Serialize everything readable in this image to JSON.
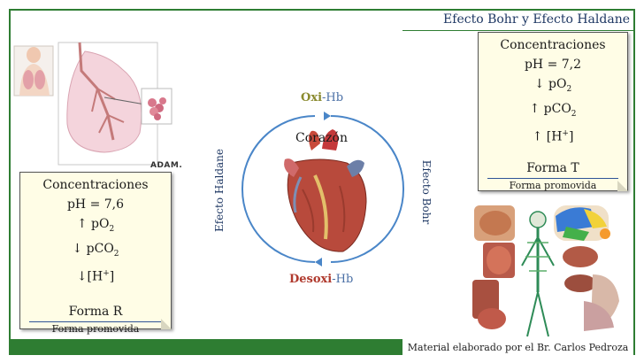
{
  "slide": {
    "title": "Efecto Bohr y Efecto Haldane",
    "footer": "Material elaborado por el Br. Carlos Pedroza"
  },
  "cycle": {
    "top_prefix": "Oxi",
    "top_suffix": "-Hb",
    "bottom_prefix": "Desoxi",
    "bottom_suffix": "-Hb",
    "center": "Corazón",
    "left_arc": "Efecto Haldane",
    "right_arc": "Efecto Bohr",
    "colors": {
      "arrow": "#4a86c8",
      "prefix_top": "#8a8a2e",
      "prefix_bottom": "#b03a2e",
      "accent_green": "#2e7d32"
    }
  },
  "left_note": {
    "heading": "Concentraciones",
    "ph": "pH = 7,6",
    "po2_arrow": "↑",
    "po2": "pO",
    "po2_sub": "2",
    "pco2_arrow": "↓",
    "pco2": "pCO",
    "pco2_sub": "2",
    "h_arrow": "↓",
    "h": "[H",
    "h_sup": "+",
    "h_close": "]",
    "form": "Forma R",
    "note": "Forma promovida"
  },
  "right_note": {
    "heading": "Concentraciones",
    "ph": "pH = 7,2",
    "po2_arrow": "↓",
    "po2": "pO",
    "po2_sub": "2",
    "pco2_arrow": "↑",
    "pco2": "pCO",
    "pco2_sub": "2",
    "h_arrow": "↑",
    "h": "[H",
    "h_sup": "+",
    "h_close": "]",
    "form": "Forma T",
    "note": "Forma promovida"
  },
  "images": {
    "lungs_credit": "ADAM."
  }
}
